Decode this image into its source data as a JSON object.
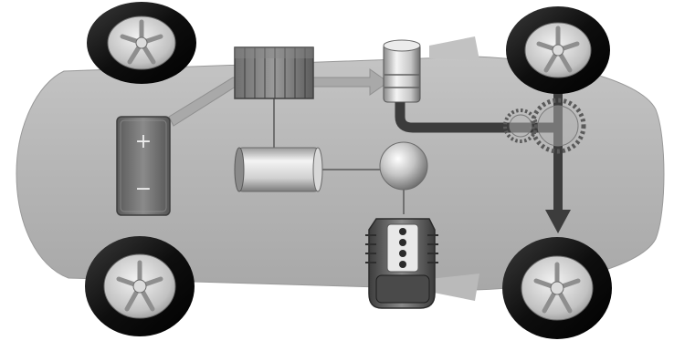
{
  "diagram": {
    "kind": "hybrid-vehicle-powertrain",
    "battery": {
      "positive_symbol": "+",
      "negative_symbol": "−"
    },
    "colors": {
      "body": "#b8b8b8",
      "background": "#ffffff",
      "arrow_light": "#a9a9a9",
      "arrow_dark": "#404040",
      "tire": "#111111",
      "rim": "#c9c9c9"
    },
    "components": [
      "battery",
      "inverter",
      "electric-motor",
      "generator",
      "power-split-device",
      "engine",
      "transmission-gears",
      "wheels"
    ]
  }
}
